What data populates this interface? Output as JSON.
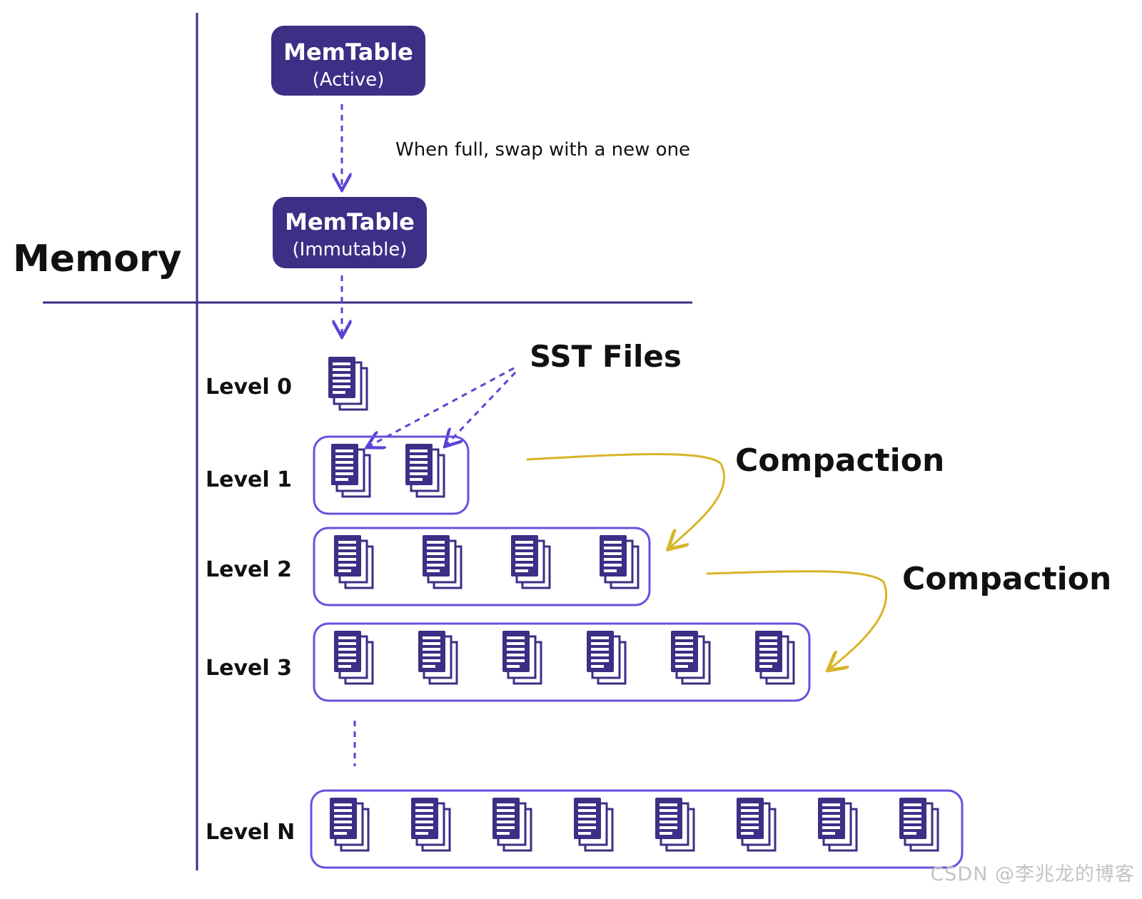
{
  "colors": {
    "ink": "#111111",
    "purple": "#3b2f86",
    "purple_line": "#5a44d6",
    "box_border": "#6a4fe0",
    "arrow_gold": "#d9b42a",
    "axis": "#3b2f86",
    "watermark": "#c4c4c4"
  },
  "memory_label": "Memory",
  "memtable_active": {
    "title": "MemTable",
    "subtitle": "(Active)"
  },
  "memtable_immutable": {
    "title": "MemTable",
    "subtitle": "(Immutable)"
  },
  "swap_note": "When full, swap with a new one",
  "sst_label": "SST Files",
  "compaction_label_1": "Compaction",
  "compaction_label_2": "Compaction",
  "levels": [
    {
      "label": "Level 0",
      "file_count": 1,
      "boxed": false
    },
    {
      "label": "Level 1",
      "file_count": 2,
      "boxed": true
    },
    {
      "label": "Level 2",
      "file_count": 4,
      "boxed": true
    },
    {
      "label": "Level 3",
      "file_count": 6,
      "boxed": true
    },
    {
      "label": "Level N",
      "file_count": 8,
      "boxed": true
    }
  ],
  "icon": "sst-file-stack-icon",
  "watermark": "CSDN @李兆龙的博客"
}
